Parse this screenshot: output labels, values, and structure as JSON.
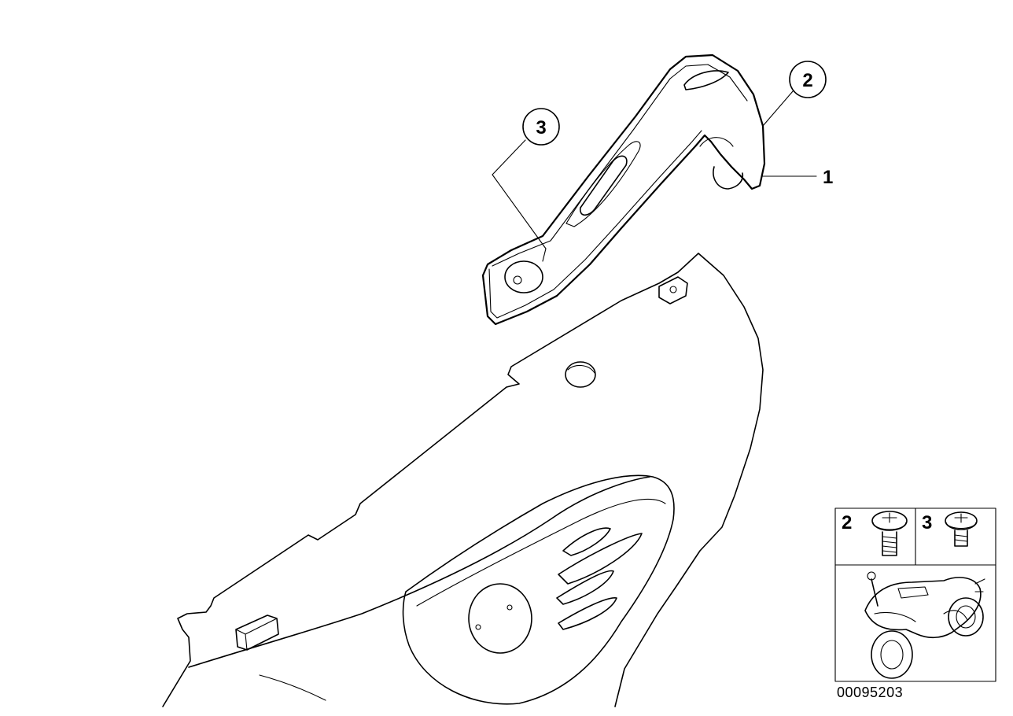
{
  "callouts": {
    "part1": "1",
    "part2": "2",
    "part3": "3"
  },
  "legend": {
    "screw_a_number": "2",
    "screw_b_number": "3"
  },
  "document_id": "00095203"
}
